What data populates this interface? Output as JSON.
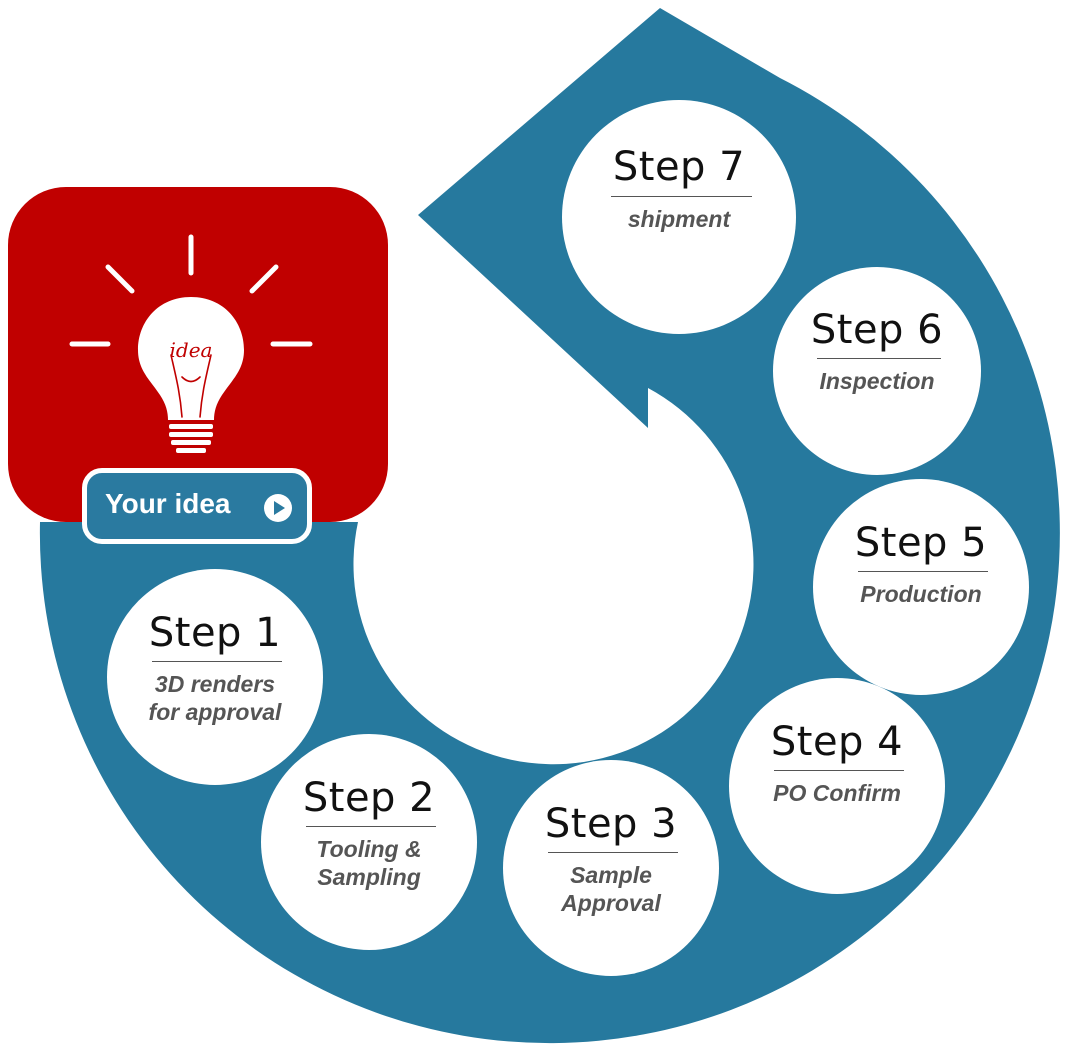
{
  "colors": {
    "ring": "#26799e",
    "card": "#c00000",
    "circle": "#ffffff",
    "title": "#111111",
    "description": "#555555"
  },
  "idea": {
    "bulb_text": "idea",
    "button_label": "Your idea",
    "button_icon": "play-circle-icon"
  },
  "steps": [
    {
      "title": "Step 1",
      "description_lines": [
        "3D renders",
        "for approval"
      ]
    },
    {
      "title": "Step 2",
      "description_lines": [
        "Tooling &",
        "Sampling"
      ]
    },
    {
      "title": "Step 3",
      "description_lines": [
        "Sample",
        "Approval"
      ]
    },
    {
      "title": "Step 4",
      "description_lines": [
        "PO Confirm"
      ]
    },
    {
      "title": "Step 5",
      "description_lines": [
        "Production"
      ]
    },
    {
      "title": "Step 6",
      "description_lines": [
        "Inspection"
      ]
    },
    {
      "title": "Step 7",
      "description_lines": [
        "shipment"
      ]
    }
  ]
}
